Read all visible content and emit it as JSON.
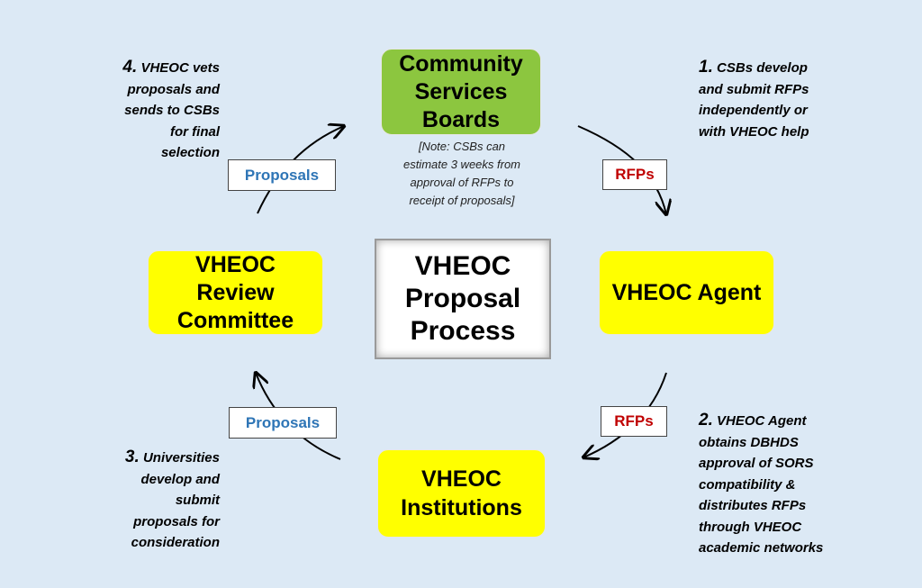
{
  "center": {
    "lines": [
      "VHEOC",
      "Proposal",
      "Process"
    ]
  },
  "nodes": {
    "csb": {
      "lines": [
        "Community",
        "Services",
        "Boards"
      ]
    },
    "agent": {
      "lines": [
        "VHEOC Agent"
      ]
    },
    "institutions": {
      "lines": [
        "VHEOC",
        "Institutions"
      ]
    },
    "review": {
      "lines": [
        "VHEOC",
        "Review",
        "Committee"
      ]
    }
  },
  "note": {
    "lines": [
      "[Note: CSBs can",
      "estimate 3 weeks from",
      "approval of RFPs to",
      "receipt of proposals]"
    ]
  },
  "labels": {
    "rfps_top": "RFPs",
    "rfps_bottom": "RFPs",
    "proposals_top": "Proposals",
    "proposals_bottom": "Proposals"
  },
  "steps": {
    "step1": {
      "number": "1.",
      "lines": [
        "CSBs develop",
        "and submit RFPs",
        "independently or",
        "with VHEOC help"
      ]
    },
    "step2": {
      "number": "2.",
      "lines": [
        "VHEOC Agent",
        "obtains DBHDS",
        "approval of SORS",
        "compatibility &",
        "distributes RFPs",
        "through VHEOC",
        "academic networks"
      ]
    },
    "step3": {
      "number": "3.",
      "lines": [
        "Universities",
        "develop and",
        "submit",
        "proposals for",
        "consideration"
      ]
    },
    "step4": {
      "number": "4.",
      "lines": [
        "VHEOC vets",
        "proposals and",
        "sends to CSBs",
        "for final",
        "selection"
      ]
    }
  },
  "colors": {
    "background": "#dce9f5",
    "csb_fill": "#8cc63f",
    "node_fill": "#ffff00",
    "proposals_text": "#2e75b6",
    "rfps_text": "#c00000"
  }
}
